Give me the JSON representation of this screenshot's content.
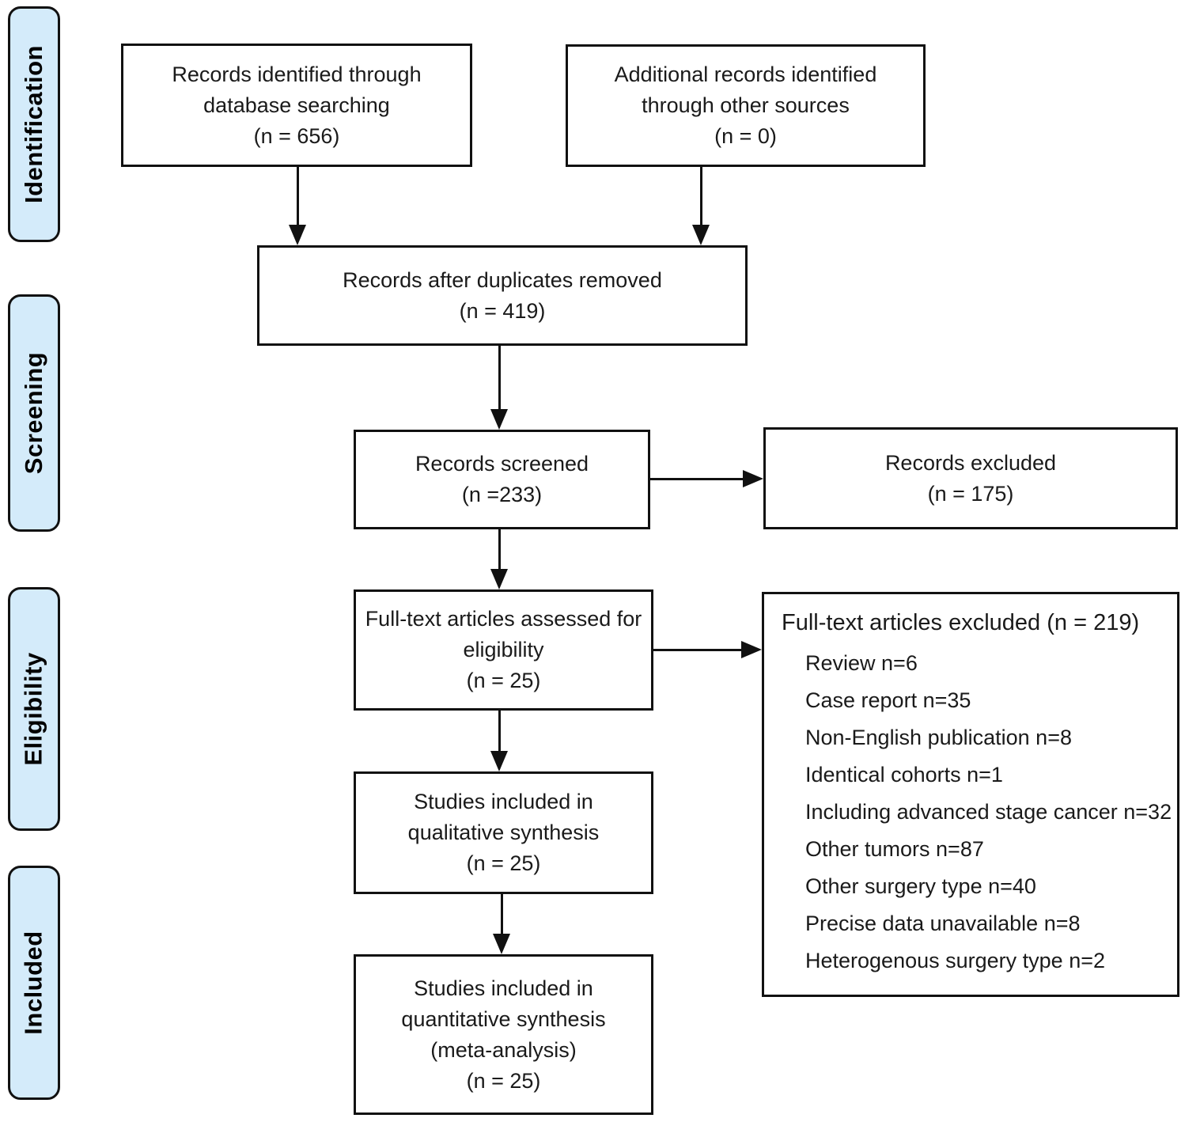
{
  "colors": {
    "stage_fill": "#d4ebfa",
    "stroke": "#111111",
    "text": "#1a1a1a"
  },
  "stages": [
    {
      "label": "Identification"
    },
    {
      "label": "Screening"
    },
    {
      "label": "Eligibility"
    },
    {
      "label": "Included"
    }
  ],
  "boxes": {
    "identified": {
      "lines": [
        "Records identified through",
        "database searching",
        "(n = 656)"
      ]
    },
    "additional": {
      "lines": [
        "Additional records identified",
        "through other sources",
        "(n = 0)"
      ]
    },
    "deduplicated": {
      "lines": [
        "Records after duplicates removed",
        "(n = 419)"
      ]
    },
    "screened": {
      "lines": [
        "Records screened",
        "(n =233)"
      ]
    },
    "records_excluded": {
      "lines": [
        "Records excluded",
        "(n = 175)"
      ]
    },
    "fulltext_assessed": {
      "lines": [
        "Full-text articles assessed for",
        "eligibility",
        "(n = 25)"
      ]
    },
    "qualitative": {
      "lines": [
        "Studies included in",
        "qualitative synthesis",
        "(n = 25)"
      ]
    },
    "quantitative": {
      "lines": [
        "Studies included in",
        "quantitative synthesis",
        "(meta-analysis)",
        "(n = 25)"
      ]
    },
    "fulltext_excluded": {
      "title": "Full-text articles excluded (n = 219)",
      "items": [
        "Review n=6",
        "Case report n=35",
        "Non-English publication n=8",
        "Identical cohorts n=1",
        "Including advanced stage cancer n=32",
        "Other tumors n=87",
        "Other surgery type n=40",
        "Precise data unavailable n=8",
        "Heterogenous surgery type n=2"
      ]
    }
  }
}
